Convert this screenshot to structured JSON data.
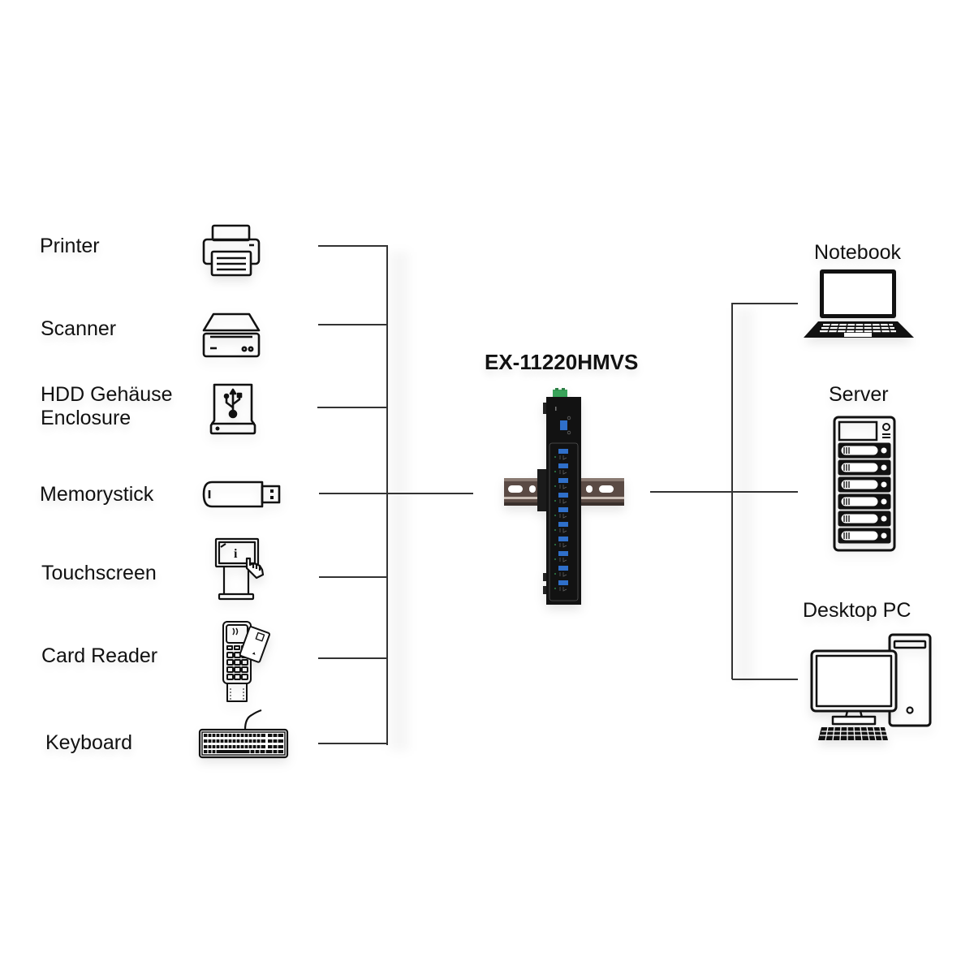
{
  "hub": {
    "model": "EX-11220HMVS",
    "usb_port_count": 10,
    "colors": {
      "body": "#121212",
      "port": "#2f6fc9",
      "terminal": "#3aa35a",
      "rail": "#5a4a44"
    }
  },
  "devices_left": [
    {
      "label": "Printer",
      "icon": "printer-icon"
    },
    {
      "label": "Scanner",
      "icon": "scanner-icon"
    },
    {
      "label": "HDD Gehäuse",
      "label2": "Enclosure",
      "icon": "hdd-enclosure-icon"
    },
    {
      "label": "Memorystick",
      "icon": "usb-stick-icon"
    },
    {
      "label": "Touchscreen",
      "icon": "touchscreen-kiosk-icon"
    },
    {
      "label": "Card Reader",
      "icon": "card-reader-icon"
    },
    {
      "label": "Keyboard",
      "icon": "keyboard-icon"
    }
  ],
  "hosts_right": [
    {
      "label": "Notebook",
      "icon": "laptop-icon"
    },
    {
      "label": "Server",
      "icon": "server-icon"
    },
    {
      "label": "Desktop PC",
      "icon": "desktop-pc-icon"
    }
  ]
}
